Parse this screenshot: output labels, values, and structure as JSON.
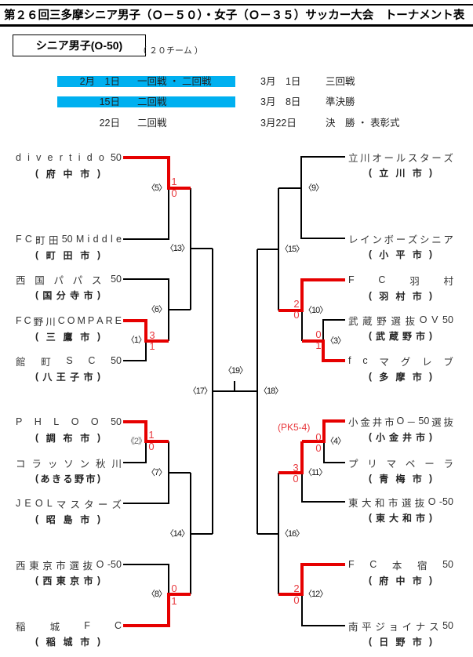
{
  "header": {
    "title": "第２６回三多摩シニア男子（Ｏ－５０）・女子（Ｏ－３５）サッカー大会　トーナメント表",
    "section_label": "シニア男子(O-50)",
    "team_count": "（ ２０チーム ）"
  },
  "colors": {
    "schedule_highlight": "#00B0F0",
    "winner_line": "#E60000",
    "score_text": "#E8383D"
  },
  "schedule": {
    "left": [
      {
        "date": "2月　1日",
        "round": "一回戦 ・ 二回戦",
        "highlighted": true
      },
      {
        "date": "15日",
        "round": "二回戦",
        "highlighted": true
      },
      {
        "date": "22日",
        "round": "二回戦",
        "highlighted": false
      }
    ],
    "right": [
      {
        "date": "3月　1日",
        "round": "三回戦"
      },
      {
        "date": "3月　8日",
        "round": "準決勝"
      },
      {
        "date": "3月22日",
        "round": "決　勝 ・ 表彰式"
      }
    ]
  },
  "bracket": {
    "left_teams": [
      {
        "name": "divertido50",
        "city": "(府中市)"
      },
      {
        "name": "FC町田50Middle",
        "city": "(町田市)"
      },
      {
        "name": "西国パパス50",
        "city": "(国分寺市)"
      },
      {
        "name": "FC野川COMPARE",
        "city": "(三鷹市)"
      },
      {
        "name": "館町SC50",
        "city": "(八王子市)"
      },
      {
        "name": "PHLOO50",
        "city": "(調布市)"
      },
      {
        "name": "コラッソン秋川",
        "city": "(あきる野市)"
      },
      {
        "name": "JEOLマスターズ",
        "city": "(昭島市)"
      },
      {
        "name": "西東京市選抜O-50",
        "city": "(西東京市)"
      },
      {
        "name": "稲城FC",
        "city": "(稲城市)"
      }
    ],
    "right_teams": [
      {
        "name": "立川オールスターズ",
        "city": "(立川市)"
      },
      {
        "name": "レインボーズシニア",
        "city": "(小平市)"
      },
      {
        "name": "FC羽村",
        "city": "(羽村市)"
      },
      {
        "name": "武蔵野選抜OV50",
        "city": "(武蔵野市)"
      },
      {
        "name": "fcマグレブ",
        "city": "(多摩市)"
      },
      {
        "name": "小金井市O－50選抜",
        "city": "(小金井市)"
      },
      {
        "name": "プリマベーラ",
        "city": "(青梅市)"
      },
      {
        "name": "東大和市選抜O-50",
        "city": "(東大和市)"
      },
      {
        "name": "FC本宿50",
        "city": "(府中市)"
      },
      {
        "name": "南平ジョイナス50",
        "city": "(日野市)"
      }
    ],
    "matches": [
      {
        "no": 1,
        "label": "〈1〉",
        "score_top": "3",
        "score_bottom": "1",
        "winner": "FC野川COMPARE"
      },
      {
        "no": 2,
        "label": "《2》",
        "score_top": "1",
        "score_bottom": "0",
        "winner": "PHLOO50"
      },
      {
        "no": 3,
        "label": "〈3〉",
        "score_top": "0",
        "score_bottom": "1",
        "winner": "fcマグレブ"
      },
      {
        "no": 4,
        "label": "〈4〉",
        "score_top": "0",
        "score_bottom": "0",
        "pk": "(PK5-4)",
        "winner": "小金井市O－50選抜"
      },
      {
        "no": 5,
        "label": "〈5〉",
        "score_top": "1",
        "score_bottom": "0",
        "winner": "divertido50"
      },
      {
        "no": 6,
        "label": "〈6〉"
      },
      {
        "no": 7,
        "label": "〈7〉"
      },
      {
        "no": 8,
        "label": "〈8〉",
        "score_top": "0",
        "score_bottom": "1",
        "winner": "稲城FC"
      },
      {
        "no": 9,
        "label": "〈9〉"
      },
      {
        "no": 10,
        "label": "〈10〉",
        "score_top": "2",
        "score_bottom": "0",
        "winner": "FC羽村"
      },
      {
        "no": 11,
        "label": "〈11〉",
        "score_top": "3",
        "score_bottom": "0",
        "winner": "小金井市O－50選抜"
      },
      {
        "no": 12,
        "label": "〈12〉",
        "score_top": "2",
        "score_bottom": "0",
        "winner": "FC本宿50"
      },
      {
        "no": 13,
        "label": "〈13〉"
      },
      {
        "no": 14,
        "label": "〈14〉"
      },
      {
        "no": 15,
        "label": "〈15〉"
      },
      {
        "no": 16,
        "label": "〈16〉"
      },
      {
        "no": 17,
        "label": "〈17〉"
      },
      {
        "no": 18,
        "label": "〈18〉"
      },
      {
        "no": 19,
        "label": "〈19〉"
      }
    ]
  }
}
